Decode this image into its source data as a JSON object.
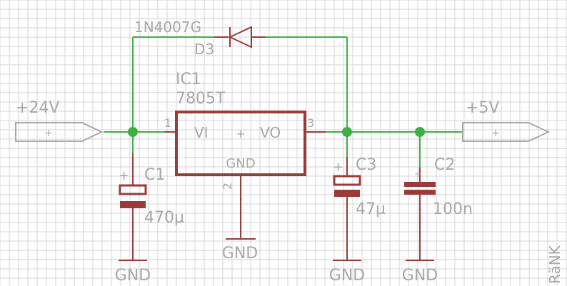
{
  "power_in": {
    "label": "+24V"
  },
  "power_out": {
    "label": "+5V"
  },
  "regulator": {
    "name": "IC1",
    "value": "7805T",
    "pin_vi": "VI",
    "pin_vo": "VO",
    "pin_gnd": "GND",
    "pin1": "1",
    "pin2": "2",
    "pin3": "3",
    "plus": "+"
  },
  "diode": {
    "name": "D3",
    "value": "1N4007G"
  },
  "c1": {
    "name": "C1",
    "value": "470µ",
    "polarity": "+"
  },
  "c3": {
    "name": "C3",
    "value": "47µ",
    "polarity": "+"
  },
  "c2": {
    "name": "C2",
    "value": "100n"
  },
  "grounds": {
    "gnd1": "GND",
    "gnd2": "GND",
    "gnd3": "GND",
    "gnd4": "GND"
  },
  "port_plus": "+",
  "watermark": "RäNK",
  "colors": {
    "wire": "#3cb043",
    "component": "#9a3b3b",
    "label": "#a8a8a8",
    "grid": "#d4d4d8"
  }
}
